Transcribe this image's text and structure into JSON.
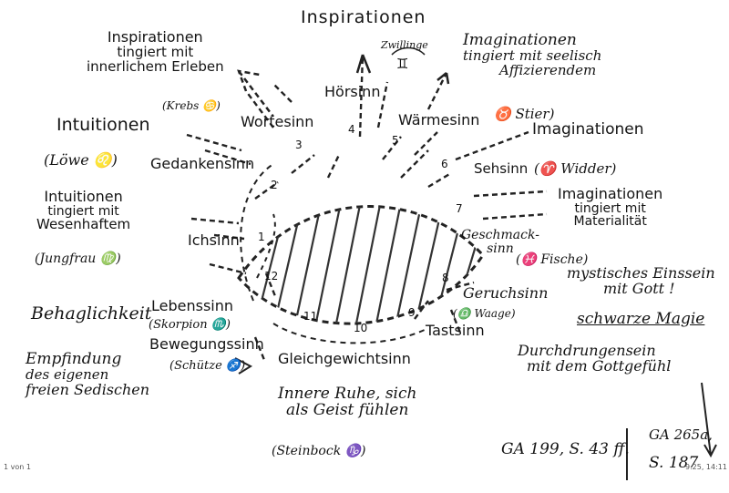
{
  "title": "Inspirationen",
  "annotations": {
    "inspirationen_tingiert": [
      "Inspirationen",
      "tingiert mit",
      "innerlichem Erleben"
    ],
    "imaginationen_seelisch": [
      "Imaginationen",
      "tingiert mit seelisch",
      "Affizierendem"
    ],
    "intuitionen": "Intuitionen",
    "imaginationen": "Imaginationen",
    "intuitionen_wesenhaft": [
      "Intuitionen",
      "tingiert mit",
      "Wesenhaftem"
    ],
    "imaginationen_materialitaet": [
      "Imaginationen",
      "tingiert mit",
      "Materialität"
    ],
    "behaglichkeit": "Behaglichkeit",
    "empfindung": [
      "Empfindung",
      "des eigenen",
      "freien Sedischen"
    ],
    "mystisches": [
      "mystisches Einssein",
      "mit Gott !"
    ],
    "schwarze_magie": "schwarze Magie",
    "durchdrungensein": [
      "Durchdrungensein",
      "mit dem Gottgefühl"
    ],
    "innere_ruhe": [
      "Innere Ruhe, sich",
      "als Geist fühlen"
    ]
  },
  "senses": {
    "hoersinn": "Hörsinn",
    "waermesinn": "Wärmesinn",
    "wortesinn": "Wortesinn",
    "gedankensinn": "Gedankensinn",
    "sehsinn": "Sehsinn",
    "ichsinn": "Ichsinn",
    "geschmacksinn": [
      "Geschmack-",
      "sinn"
    ],
    "lebenssinn": "Lebenssinn",
    "bewegungssinn": "Bewegungssinn",
    "gleichgewichtssinn": "Gleichgewichtsinn",
    "geruchsinn": "Geruchsinn",
    "tastsinn": "Tastsinn"
  },
  "zodiac": {
    "zwillinge": "Zwillinge",
    "krebs": "(Krebs ♋)",
    "stier": "♉ Stier)",
    "loewe": "(Löwe ♌)",
    "widder": "(♈ Widder)",
    "jungfrau": "(Jungfrau ♍)",
    "fische": "(♓ Fische)",
    "skorpion": "(Skorpion ♏)",
    "waage": "(♎ Waage)",
    "schuetze": "(Schütze ♐)",
    "steinbock": "(Steinbock ♑)"
  },
  "numbers": [
    "1",
    "2",
    "3",
    "4",
    "5",
    "6",
    "7",
    "8",
    "9",
    "10",
    "11",
    "12"
  ],
  "references": {
    "ga199": "GA 199, S. 43 ff.",
    "ga265a": "GA 265a,",
    "s187": "S. 187"
  },
  "footer": {
    "page": "1 von 1",
    "timestamp": "9.25, 14:11"
  }
}
